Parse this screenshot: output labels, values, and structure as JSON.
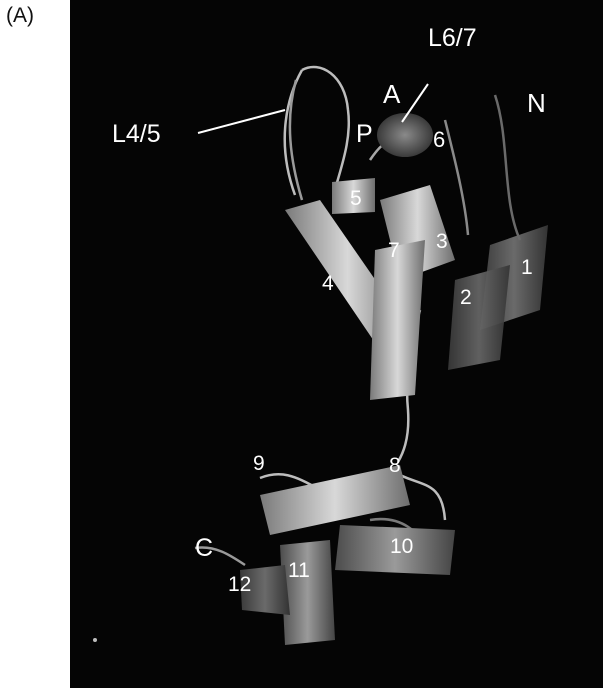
{
  "panel_letter": "(A)",
  "labels": {
    "l67": "L6/7",
    "a": "A",
    "n": "N",
    "l45": "L4/5",
    "p": "P",
    "h6": "6",
    "h5": "5",
    "h7": "7",
    "h3": "3",
    "h1": "1",
    "h4": "4",
    "h2": "2",
    "h9": "9",
    "h8": "8",
    "c": "C",
    "h10": "10",
    "h12": "12",
    "h11": "11"
  },
  "colors": {
    "background": "#050505",
    "helix_light": "#c8c8c8",
    "helix_mid": "#8c8c8c",
    "helix_dark": "#5a5a5a",
    "label": "#ffffff"
  }
}
